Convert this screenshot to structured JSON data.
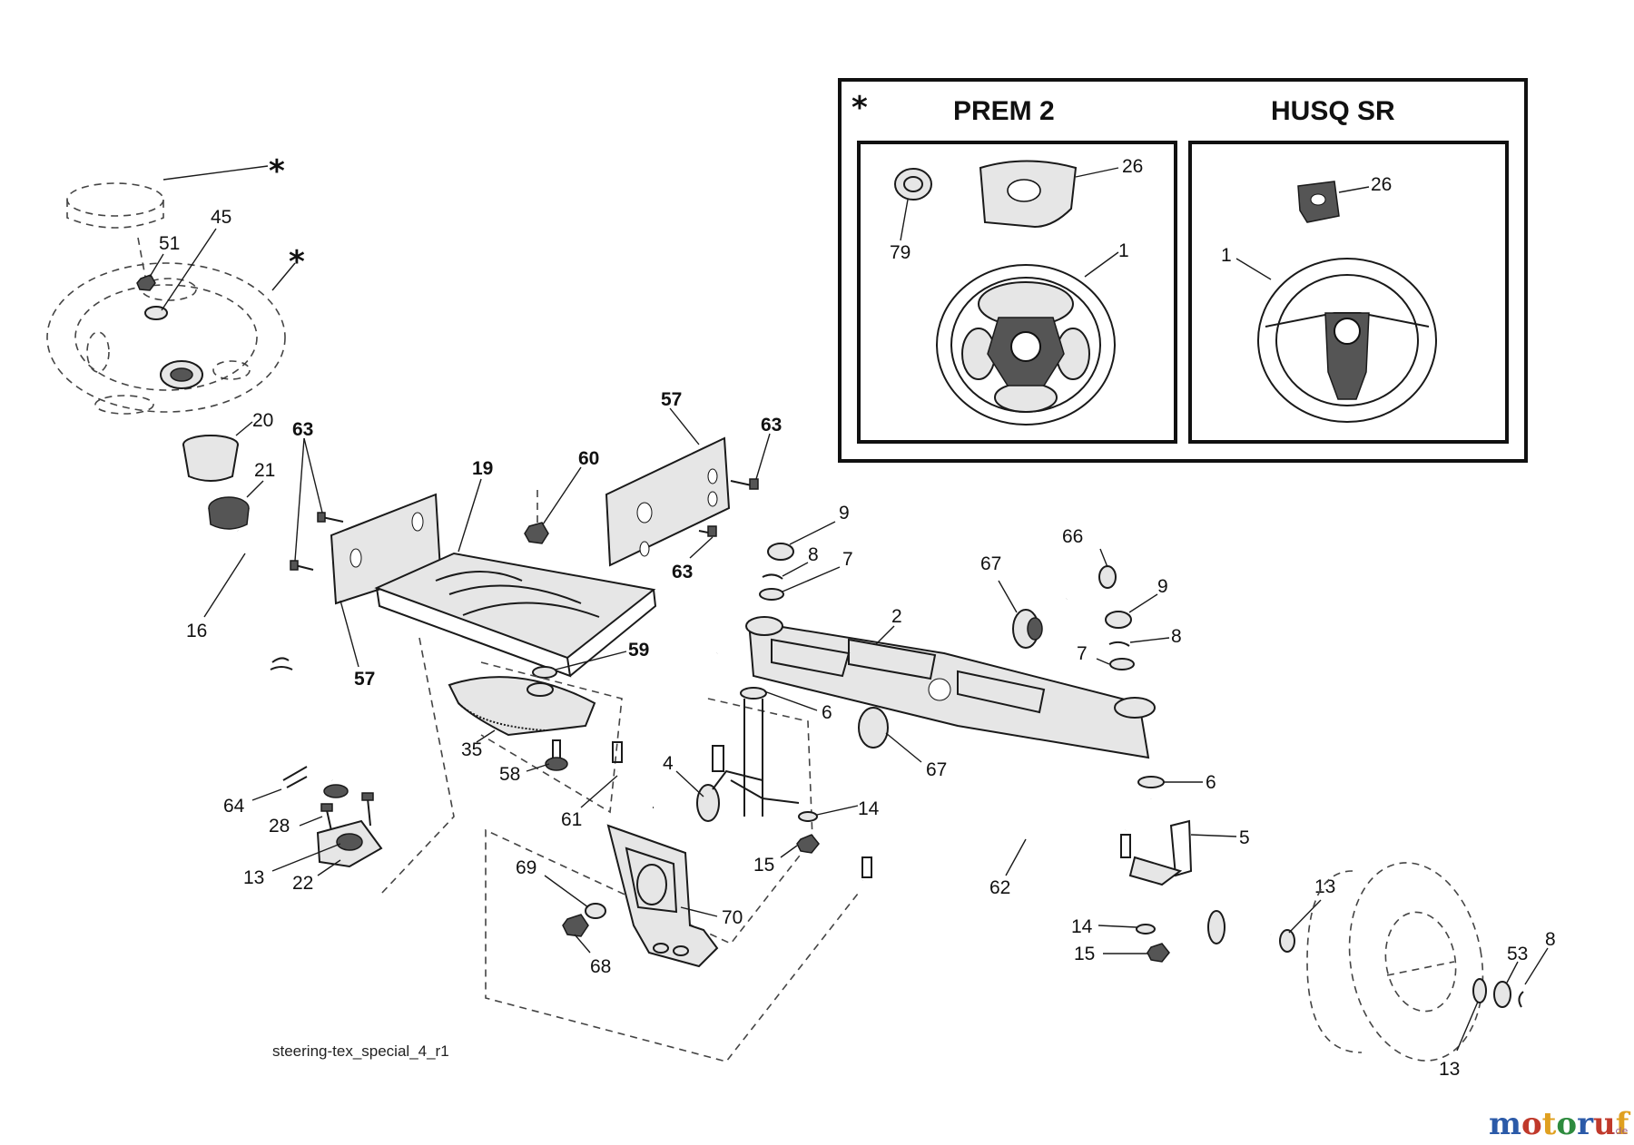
{
  "inset": {
    "marker": "*",
    "left_title": "PREM 2",
    "right_title": "HUSQ SR",
    "left_labels": {
      "p26": "26",
      "p79": "79",
      "p1": "1"
    },
    "right_labels": {
      "p26": "26",
      "p1": "1"
    }
  },
  "callouts": {
    "star_a": "*",
    "star_b": "*",
    "n45": "45",
    "n51": "51",
    "n20": "20",
    "n21": "21",
    "n16": "16",
    "n63a": "63",
    "n19": "19",
    "n60": "60",
    "n57a": "57",
    "n63b": "63",
    "n63c": "63",
    "n57b": "57",
    "n59": "59",
    "n35": "35",
    "n58": "58",
    "n64": "64",
    "n28": "28",
    "n13a": "13",
    "n22": "22",
    "n61": "61",
    "n4": "4",
    "n69": "69",
    "n70": "70",
    "n68": "68",
    "n9a": "9",
    "n8a": "8",
    "n7a": "7",
    "n66": "66",
    "n67a": "67",
    "n2": "2",
    "n9b": "9",
    "n8b": "8",
    "n7b": "7",
    "n6a": "6",
    "n67b": "67",
    "n6b": "6",
    "n14a": "14",
    "n15a": "15",
    "n5": "5",
    "n62": "62",
    "n13b": "13",
    "n14b": "14",
    "n15b": "15",
    "n53": "53",
    "n8c": "8",
    "n13c": "13"
  },
  "caption": "steering-tex_special_4_r1",
  "watermark": {
    "name": "motoruf",
    "suffix": ".de",
    "colors": [
      "#2b5aa8",
      "#c0392b",
      "#e0a020",
      "#2e8b3e"
    ]
  }
}
